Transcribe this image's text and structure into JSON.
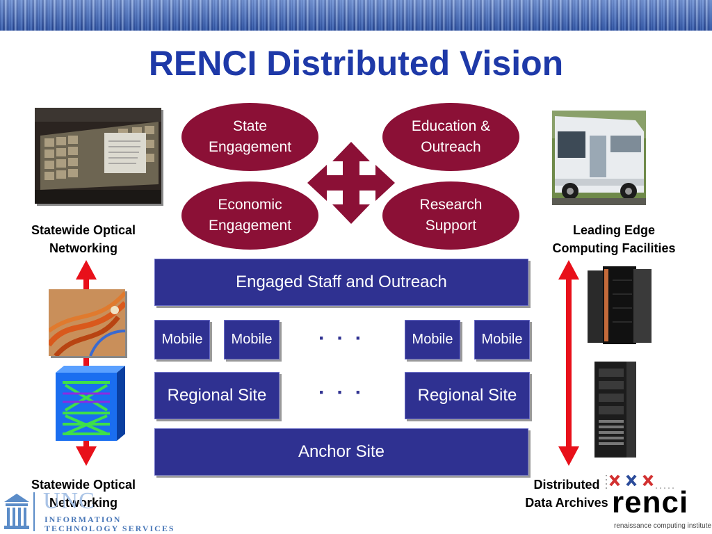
{
  "slide": {
    "title": "RENCI Distributed Vision",
    "ellipses": [
      "State\nEngagement",
      "Education &\nOutreach",
      "Economic\nEngagement",
      "Research\nSupport"
    ],
    "engaged_staff": "Engaged Staff and Outreach",
    "mobile_labels": [
      "Mobile",
      "Mobile",
      "Mobile",
      "Mobile"
    ],
    "regional_labels": [
      "Regional Site",
      "Regional Site"
    ],
    "dots": "· · ·",
    "anchor": "Anchor Site",
    "left_caption_top": "Statewide Optical\nNetworking",
    "left_caption_bottom": "Statewide Optical\nNetworking",
    "right_caption_top": "Leading Edge\nComputing Facilities",
    "right_caption_bottom": "Distributed\nData Archives"
  },
  "logos": {
    "unc_text": "UNC",
    "unc_line1": "INFORMATION",
    "unc_line2": "TECHNOLOGY SERVICES",
    "renci_word": "renci",
    "renci_sub": "renaissance computing institute"
  },
  "colors": {
    "title": "#1e39a8",
    "ellipse": "#8b1036",
    "box": "#2f3191",
    "arrow": "#e8101a"
  }
}
